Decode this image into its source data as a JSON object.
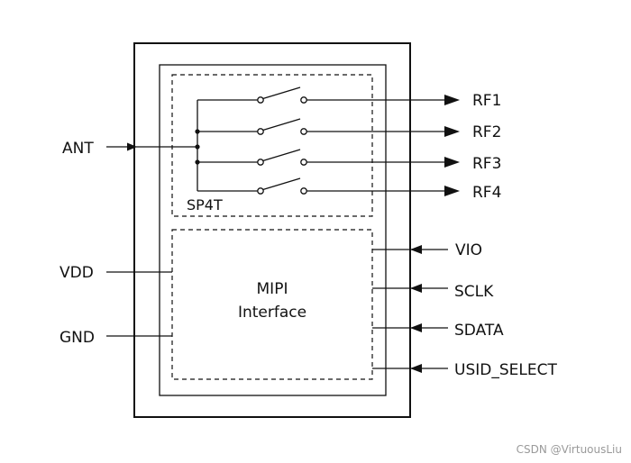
{
  "switch_block": {
    "label": "SP4T"
  },
  "mipi_block": {
    "line1": "MIPI",
    "line2": "Interface"
  },
  "left_pins": {
    "ant": "ANT",
    "vdd": "VDD",
    "gnd": "GND"
  },
  "rf_outputs": [
    "RF1",
    "RF2",
    "RF3",
    "RF4"
  ],
  "control_pins": [
    "VIO",
    "SCLK",
    "SDATA",
    "USID_SELECT"
  ],
  "watermark": "CSDN @VirtuousLiu"
}
